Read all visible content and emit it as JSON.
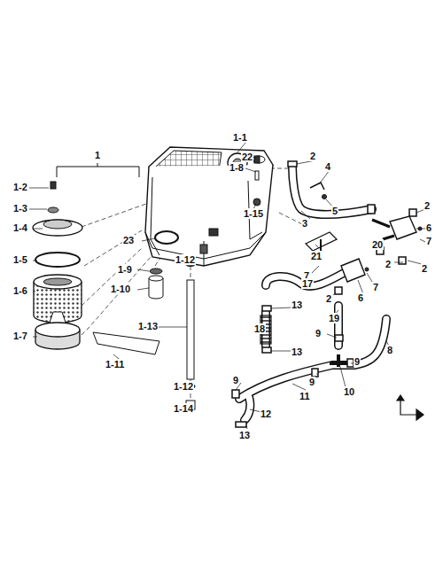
{
  "diagram": {
    "labels": [
      "1",
      "1-1",
      "1-2",
      "1-3",
      "1-4",
      "1-5",
      "1-6",
      "1-7",
      "1-8",
      "1-9",
      "1-10",
      "1-11",
      "1-12",
      "1-12",
      "1-13",
      "1-14",
      "1-15",
      "23",
      "22",
      "2",
      "4",
      "5",
      "3",
      "2",
      "6",
      "7",
      "20",
      "2",
      "21",
      "2",
      "7",
      "7",
      "6",
      "2",
      "17",
      "13",
      "18",
      "13",
      "19",
      "9",
      "8",
      "9",
      "10",
      "9",
      "11",
      "9",
      "12",
      "13"
    ]
  }
}
